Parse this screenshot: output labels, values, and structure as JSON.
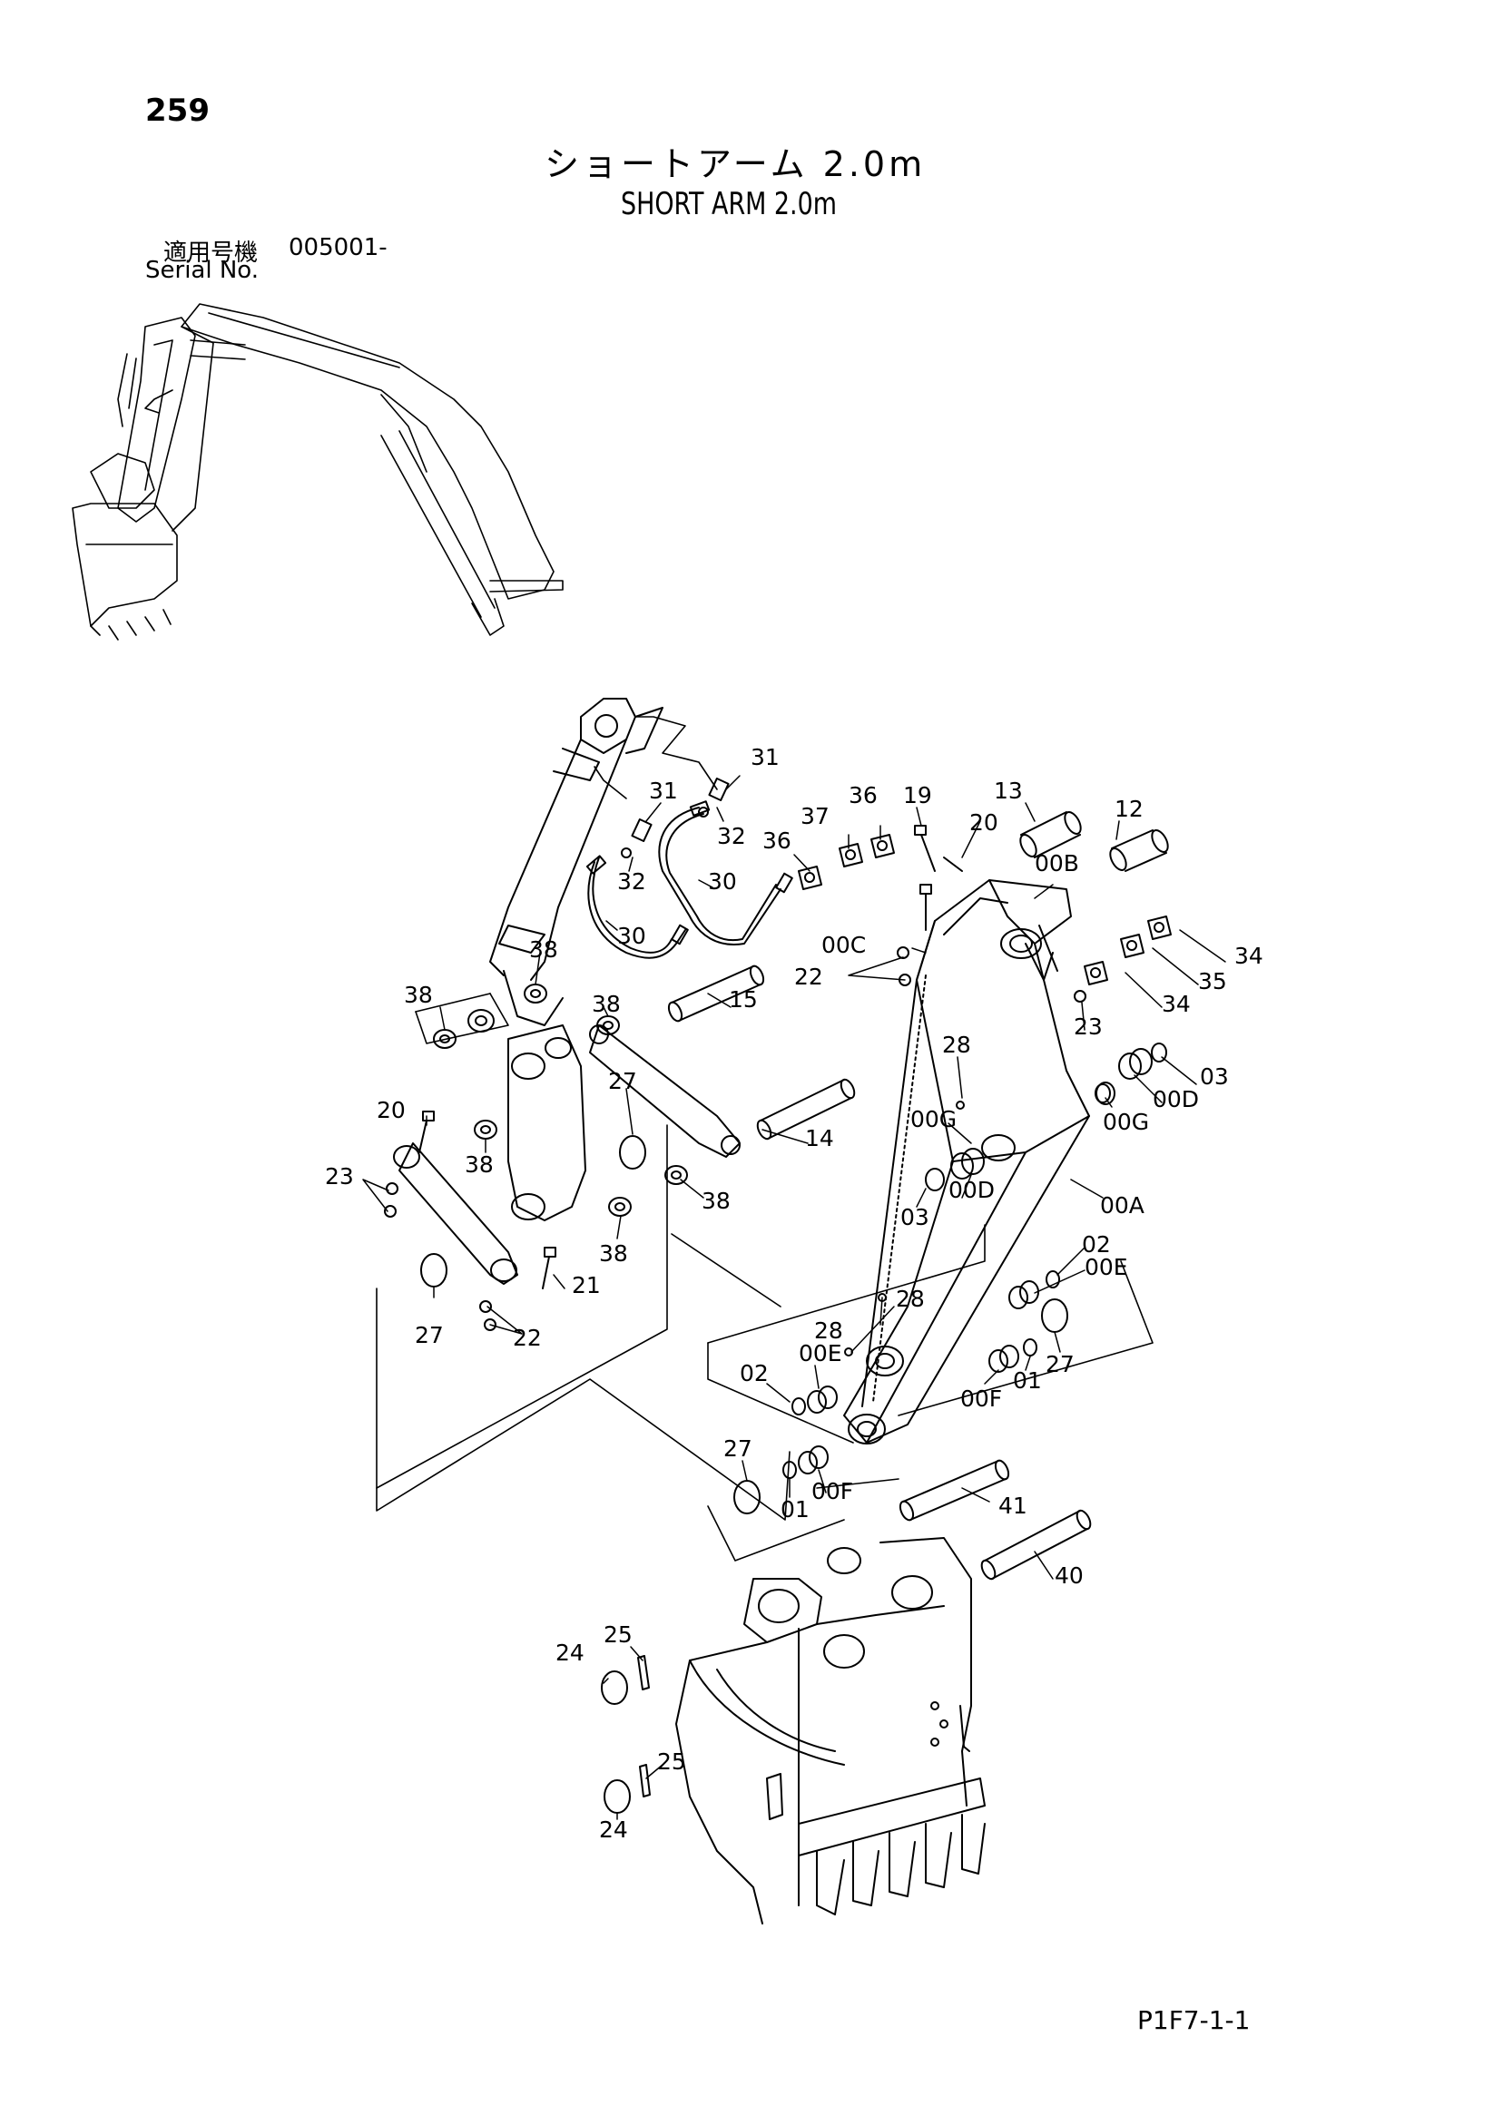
{
  "page": {
    "number": "259",
    "title_jp": "ショートアーム 2.0m",
    "title_en": "SHORT ARM 2.0m",
    "serial_label_jp": "適用号機",
    "serial_value": "005001-",
    "serial_label_en": "Serial No.",
    "figure_code": "P1F7-1-1"
  },
  "callouts": [
    {
      "id": "31a",
      "label": "31"
    },
    {
      "id": "31b",
      "label": "31"
    },
    {
      "id": "32a",
      "label": "32"
    },
    {
      "id": "32b",
      "label": "32"
    },
    {
      "id": "30a",
      "label": "30"
    },
    {
      "id": "30b",
      "label": "30"
    },
    {
      "id": "36a",
      "label": "36"
    },
    {
      "id": "36b",
      "label": "36"
    },
    {
      "id": "37",
      "label": "37"
    },
    {
      "id": "19",
      "label": "19"
    },
    {
      "id": "13",
      "label": "13"
    },
    {
      "id": "12",
      "label": "12"
    },
    {
      "id": "20a",
      "label": "20"
    },
    {
      "id": "00B",
      "label": "00B"
    },
    {
      "id": "00C",
      "label": "00C"
    },
    {
      "id": "22a",
      "label": "22"
    },
    {
      "id": "34a",
      "label": "34"
    },
    {
      "id": "35",
      "label": "35"
    },
    {
      "id": "34b",
      "label": "34"
    },
    {
      "id": "23a",
      "label": "23"
    },
    {
      "id": "38a",
      "label": "38"
    },
    {
      "id": "38b",
      "label": "38"
    },
    {
      "id": "38c",
      "label": "38"
    },
    {
      "id": "15",
      "label": "15"
    },
    {
      "id": "28a",
      "label": "28"
    },
    {
      "id": "03a",
      "label": "03"
    },
    {
      "id": "00Da",
      "label": "00D"
    },
    {
      "id": "00Ga",
      "label": "00G"
    },
    {
      "id": "00Gb",
      "label": "00G"
    },
    {
      "id": "20b",
      "label": "20"
    },
    {
      "id": "27a",
      "label": "27"
    },
    {
      "id": "14",
      "label": "14"
    },
    {
      "id": "38d",
      "label": "38"
    },
    {
      "id": "00Db",
      "label": "00D"
    },
    {
      "id": "03b",
      "label": "03"
    },
    {
      "id": "23b",
      "label": "23"
    },
    {
      "id": "38e",
      "label": "38"
    },
    {
      "id": "38f",
      "label": "38"
    },
    {
      "id": "00A",
      "label": "00A"
    },
    {
      "id": "02a",
      "label": "02"
    },
    {
      "id": "00Ea",
      "label": "00E"
    },
    {
      "id": "21",
      "label": "21"
    },
    {
      "id": "27b",
      "label": "27"
    },
    {
      "id": "22b",
      "label": "22"
    },
    {
      "id": "28b",
      "label": "28"
    },
    {
      "id": "28c",
      "label": "28"
    },
    {
      "id": "27c",
      "label": "27"
    },
    {
      "id": "00Eb",
      "label": "00E"
    },
    {
      "id": "02b",
      "label": "02"
    },
    {
      "id": "01a",
      "label": "01"
    },
    {
      "id": "00Fa",
      "label": "00F"
    },
    {
      "id": "27d",
      "label": "27"
    },
    {
      "id": "01b",
      "label": "01"
    },
    {
      "id": "00Fb",
      "label": "00F"
    },
    {
      "id": "41",
      "label": "41"
    },
    {
      "id": "40",
      "label": "40"
    },
    {
      "id": "25a",
      "label": "25"
    },
    {
      "id": "24a",
      "label": "24"
    },
    {
      "id": "25b",
      "label": "25"
    },
    {
      "id": "24b",
      "label": "24"
    }
  ]
}
